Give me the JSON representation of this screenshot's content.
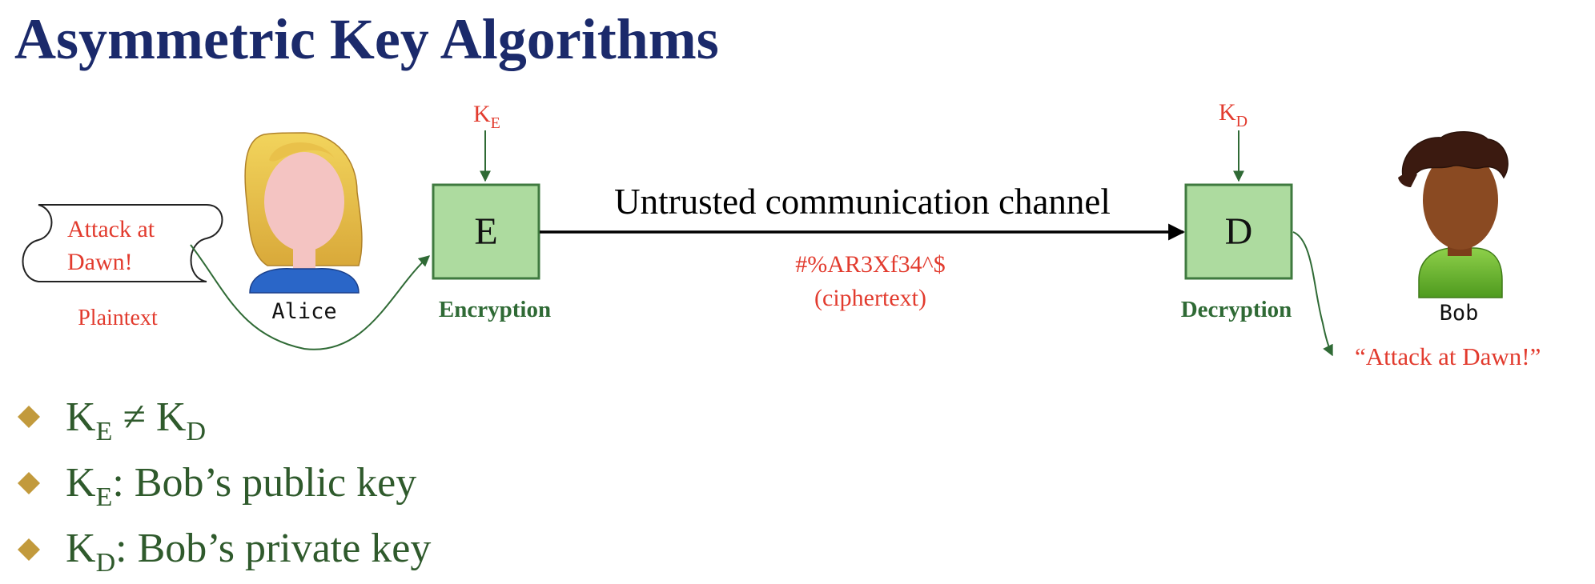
{
  "title": "Asymmetric Key Algorithms",
  "diagram": {
    "plaintext_message": {
      "line1": "Attack at",
      "line2": "Dawn!"
    },
    "plaintext_label": "Plaintext",
    "alice_label": "Alice",
    "bob_label": "Bob",
    "encryption_box": {
      "letter": "E",
      "label": "Encryption",
      "key_base": "K",
      "key_sub": "E"
    },
    "decryption_box": {
      "letter": "D",
      "label": "Decryption",
      "key_base": "K",
      "key_sub": "D"
    },
    "channel_label": "Untrusted communication channel",
    "ciphertext": {
      "value": "#%AR3Xf34^$",
      "label": "(ciphertext)"
    },
    "decrypted_message": "“Attack at  Dawn!”"
  },
  "bullets": [
    {
      "base1": "K",
      "sub1": "E",
      "rest": " ≠ ",
      "base2": "K",
      "sub2": "D"
    },
    {
      "base1": "K",
      "sub1": "E",
      "rest": ": Bob’s public key"
    },
    {
      "base1": "K",
      "sub1": "D",
      "rest": ": Bob’s private key"
    }
  ],
  "colors": {
    "title": "#1b2a6b",
    "red": "#e23b2e",
    "green": "#2f6a35",
    "box_fill": "#addb9f",
    "box_stroke": "#3f7a3f",
    "bullet_text": "#2f5a2c",
    "bullet_marker": "#c29a3c"
  },
  "icons": [
    "plaintext-scroll-icon",
    "alice-avatar-icon",
    "bob-avatar-icon",
    "diamond-bullet-icon"
  ]
}
